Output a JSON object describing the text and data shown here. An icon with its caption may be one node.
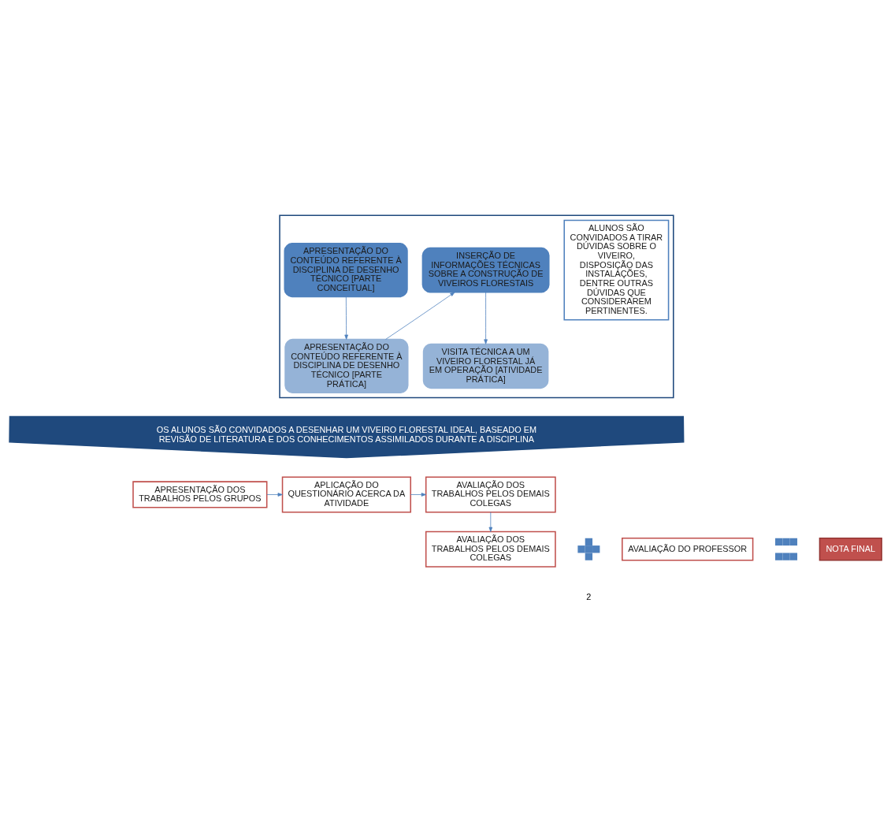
{
  "diagram": {
    "nodes": [
      {
        "text": [],
        "shape": "box"
      },
      {
        "text": [
          "APRESENTAÇÃO DO CONTEÚDO REFERENTE À DISCIPLINA DE DESENHO TÉCNICO [PARTE CONCEITUAL]"
        ],
        "in": 0
      },
      {
        "text": [
          "APRESENTAÇÃO DO CONTEÚDO REFERENTE À DISCIPLINA DE DESENHO TÉCNICO [PARTE PRÁTICA]"
        ],
        "in": 0
      },
      {
        "text": [
          "INSERÇÃO DE INFORMAÇÕES TÉCNICAS SOBRE A CONSTRUÇÃO DE VIVEIROS FLORESTAIS"
        ],
        "in": 0
      },
      {
        "text": [
          "VISITA TÉCNICA A UM VIVEIRO FLORESTAL JÁ EM OPERAÇÃO [ATIVIDADE PRÁTICA]"
        ],
        "in": 0
      },
      {
        "text": [
          "ALUNOS SÃO CONVIDADOS A TIRAR DÚVIDAS SOBRE O VIVEIRO, DISPOSIÇÃO DAS INSTALAÇÕES, DENTRE OUTRAS DÚVIDAS QUE CONSIDERAREM PERTINENTES."
        ],
        "in": 0
      },
      {
        "text": [
          "OS ALUNOS SÃO CONVIDADOS A DESENHAR UM VIVEIRO FLORESTAL IDEAL, BASEADO EM REVISÃO DE LITERATURA E DOS CONHECIMENTOS ASSIMILADOS DURANTE A DISCIPLINA"
        ]
      },
      {
        "text": [
          "APRESENTAÇÃO DOS TRABALHOS PELOS GRUPOS"
        ]
      },
      {
        "text": [
          "APLICAÇÃO DO QUESTIONÁRIO ACERCA DA ATIVIDADE"
        ]
      },
      {
        "text": [
          "AVALIAÇÃO DOS TRABALHOS PELOS DEMAIS COLEGAS"
        ]
      },
      {
        "text": [
          "AVALIAÇÃO DOS TRABALHOS PELOS DEMAIS COLEGAS"
        ]
      },
      {
        "text": [],
        "shape": "plus"
      },
      {
        "text": [
          "AVALIAÇÃO DO PROFESSOR"
        ]
      },
      {
        "text": [],
        "shape": "equals"
      },
      {
        "text": [
          "NOTA FINAL"
        ]
      }
    ],
    "edges": [
      {
        "from": 1,
        "to": 2,
        "arrow": "to"
      },
      {
        "from": 2,
        "to": 3,
        "arrow": "to"
      },
      {
        "from": 3,
        "to": 4,
        "arrow": "to"
      },
      {
        "from": 7,
        "to": 8,
        "arrow": "to"
      },
      {
        "from": 8,
        "to": 9,
        "arrow": "to"
      },
      {
        "from": 9,
        "to": 10,
        "arrow": "to"
      }
    ],
    "labels": [
      "2"
    ]
  }
}
